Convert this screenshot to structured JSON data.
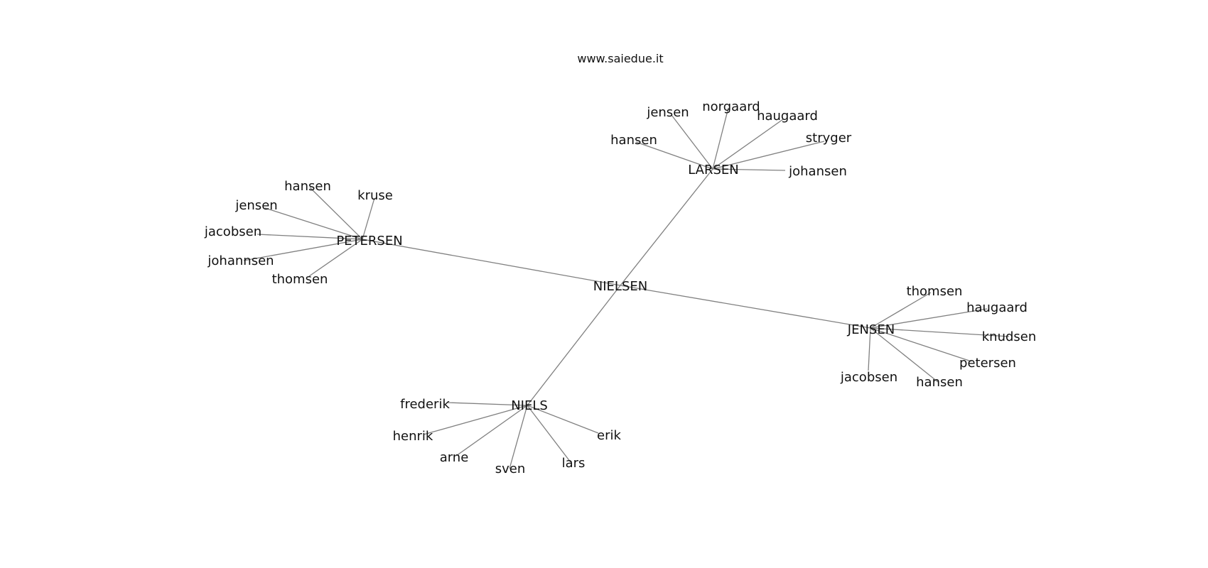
{
  "credit": "www.saiedue.it",
  "graph": {
    "root": "NIELSEN",
    "clusters": [
      {
        "hub": "LARSEN",
        "leaves": [
          "jensen",
          "norgaard",
          "haugaard",
          "hansen",
          "stryger",
          "johansen"
        ]
      },
      {
        "hub": "PETERSEN",
        "leaves": [
          "hansen",
          "kruse",
          "jensen",
          "jacobsen",
          "johannsen",
          "thomsen"
        ]
      },
      {
        "hub": "JENSEN",
        "leaves": [
          "thomsen",
          "haugaard",
          "knudsen",
          "petersen",
          "jacobsen",
          "hansen"
        ]
      },
      {
        "hub": "NIELS",
        "leaves": [
          "frederik",
          "henrik",
          "arne",
          "sven",
          "lars",
          "erik"
        ]
      }
    ]
  },
  "colors": {
    "edge": "#808080",
    "text": "#111111",
    "background": "#ffffff"
  }
}
